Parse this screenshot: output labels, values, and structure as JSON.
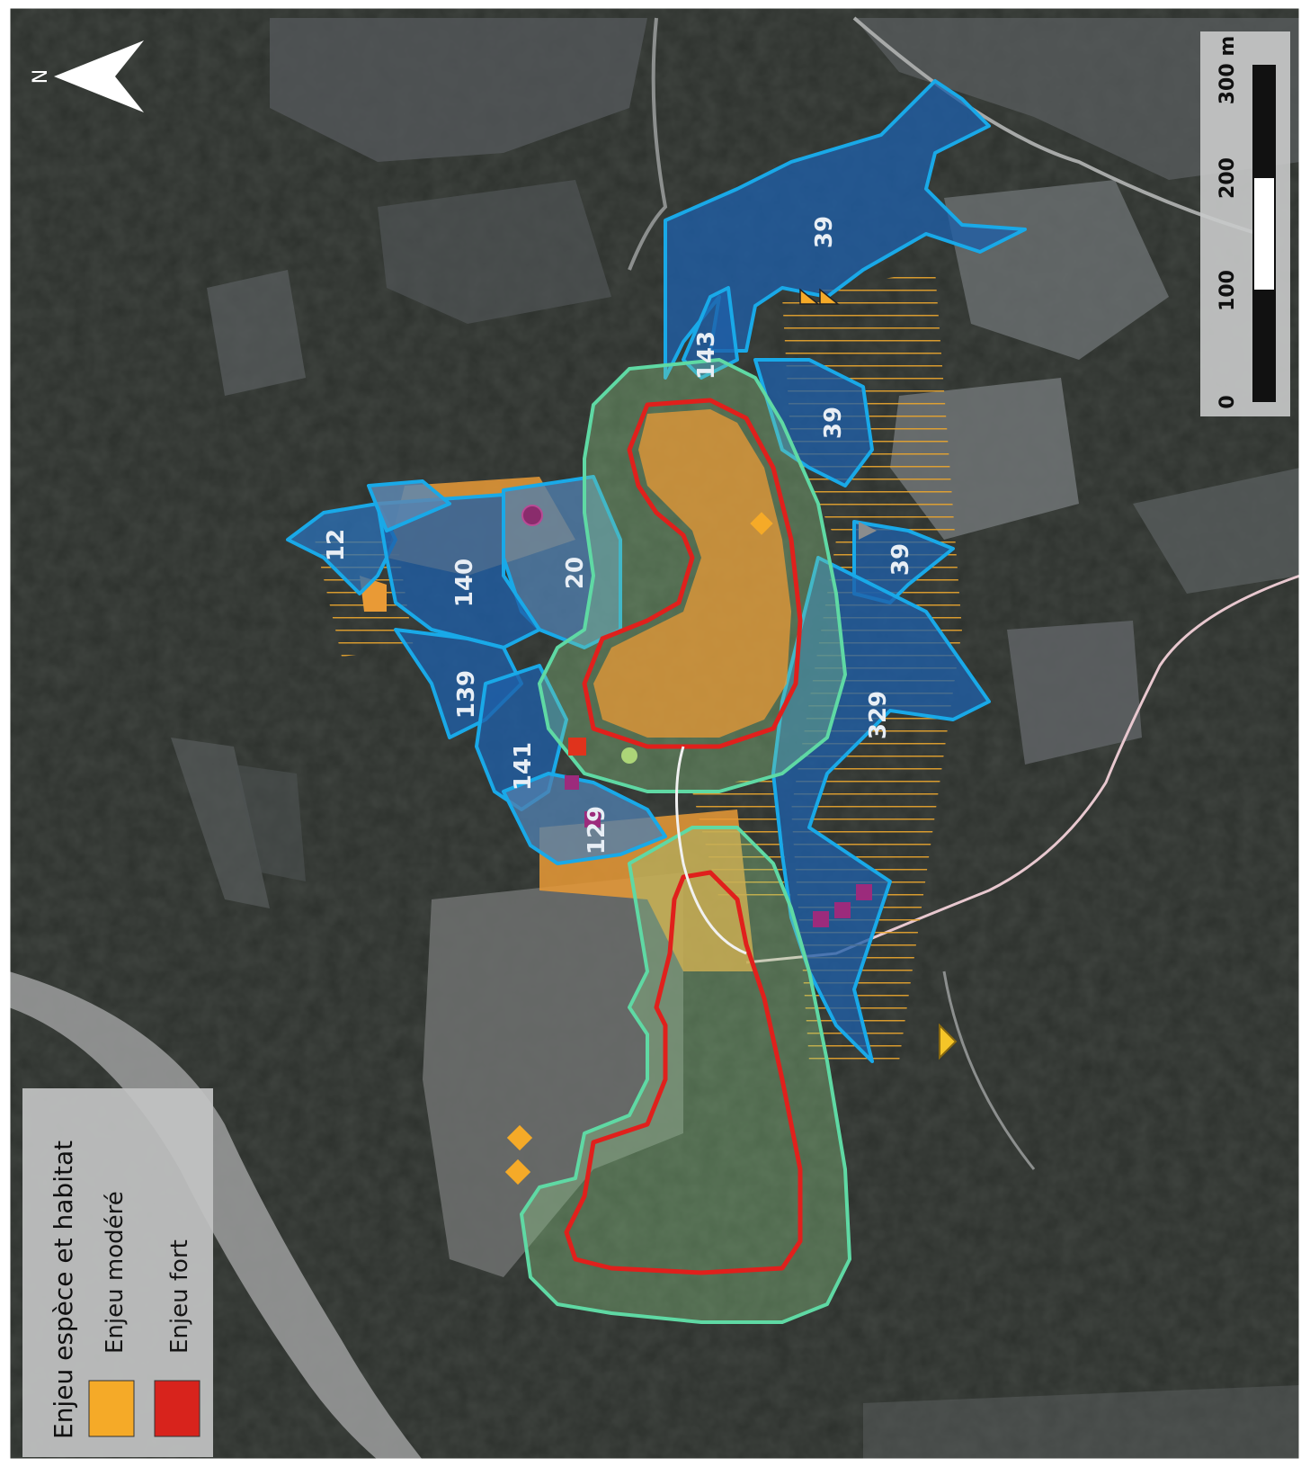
{
  "legend": {
    "title": "Enjeu espèce et habitat",
    "items": [
      {
        "label": "Enjeu modéré",
        "color": "#f5aa28"
      },
      {
        "label": "Enjeu fort",
        "color": "#d8231c"
      }
    ]
  },
  "scale_bar": {
    "ticks": [
      "0",
      "100",
      "200",
      "300 m"
    ]
  },
  "north_arrow": {
    "label": "N"
  },
  "zones": [
    {
      "id": "39a",
      "label": "39"
    },
    {
      "id": "143",
      "label": "143"
    },
    {
      "id": "39b",
      "label": "39"
    },
    {
      "id": "39c",
      "label": "39"
    },
    {
      "id": "12",
      "label": "12"
    },
    {
      "id": "140",
      "label": "140"
    },
    {
      "id": "20",
      "label": "20"
    },
    {
      "id": "139",
      "label": "139"
    },
    {
      "id": "141",
      "label": "141"
    },
    {
      "id": "129",
      "label": "129"
    },
    {
      "id": "329",
      "label": "329"
    }
  ],
  "colors": {
    "zone_fill": "#1f5fa8",
    "zone_outline": "#19a9e8",
    "buffer_outline": "#5fd9a4",
    "buffer_fill": "#8fd18a",
    "footprint_outline": "#e0201c",
    "moderate": "#f5aa28"
  }
}
